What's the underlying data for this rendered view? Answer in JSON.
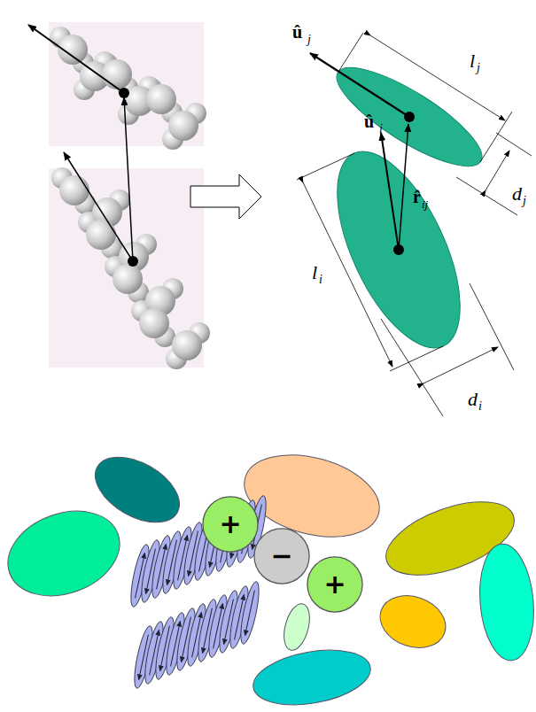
{
  "diagram": {
    "nodes": [
      {
        "text": [
          "+"
        ]
      },
      {
        "text": [
          "−"
        ]
      },
      {
        "text": [
          "+"
        ]
      }
    ],
    "labels": [
      "û",
      "j",
      "û",
      "i",
      "l",
      "j",
      "l",
      "i",
      "d",
      "j",
      "d",
      "i",
      "r̂",
      "ij"
    ]
  }
}
